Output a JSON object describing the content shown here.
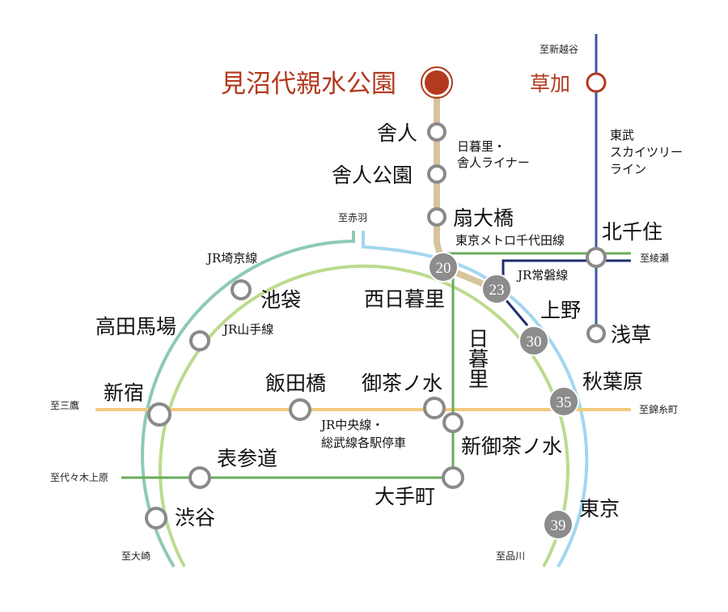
{
  "colors": {
    "accent": "#b23a1e",
    "tan": "#d6c49c",
    "teal": "#8ec9b5",
    "yamanote": "#bcdb8e",
    "keihin": "#a3d6f0",
    "chiyoda": "#6aab5c",
    "chuo": "#f1cb7c",
    "tobu": "#3d5aa3",
    "joban": "#1f2e6b"
  },
  "origin": {
    "name": "見沼代親水公園"
  },
  "stations": {
    "toneri": "舎人",
    "toneri_koen": "舎人公園",
    "ogi_ohashi": "扇大橋",
    "nishi_nippori": "西日暮里",
    "nippori": "日暮里",
    "ueno": "上野",
    "akihabara": "秋葉原",
    "tokyo": "東京",
    "kita_senju": "北千住",
    "asakusa": "浅草",
    "soka": "草加",
    "ikebukuro": "池袋",
    "takadanobaba": "高田馬場",
    "shinjuku": "新宿",
    "iidabashi": "飯田橋",
    "ochanomizu": "御茶ノ水",
    "shin_ochanomizu": "新御茶ノ水",
    "omotesando": "表参道",
    "otemachi": "大手町",
    "shibuya": "渋谷"
  },
  "minutes": {
    "nishi_nippori": "20",
    "nippori": "23",
    "ueno": "30",
    "akihabara": "35",
    "tokyo": "39"
  },
  "lines": {
    "liner": "日暮里・",
    "liner2": "舎人ライナー",
    "tobu1": "東武",
    "tobu2": "スカイツリー",
    "tobu3": "ライン",
    "chiyoda": "東京メトロ千代田線",
    "joban": "JR常磐線",
    "saikyo": "JR埼京線",
    "yamanote": "JR山手線",
    "chuo1": "JR中央線・",
    "chuo2": "総武線各駅停車"
  },
  "directions": {
    "shinkoshigaya": "至新越谷",
    "akabane": "至赤羽",
    "ayase": "至綾瀬",
    "mitaka": "至三鷹",
    "kinshicho": "至錦糸町",
    "yoyogiuehara": "至代々木上原",
    "osaki": "至大崎",
    "shinagawa": "至品川"
  }
}
